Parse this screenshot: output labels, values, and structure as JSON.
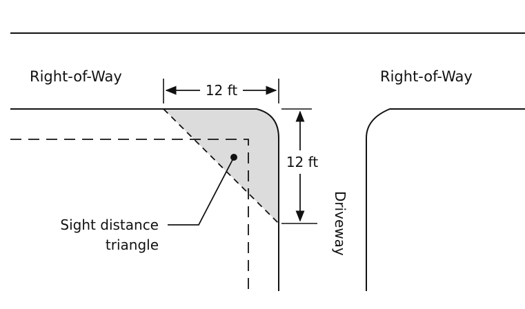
{
  "labels": {
    "row_left": "Right-of-Way",
    "row_right": "Right-of-Way",
    "dim_horizontal": "12 ft",
    "dim_vertical": "12 ft",
    "driveway": "Driveway",
    "sight_line1": "Sight distance",
    "sight_line2": "triangle"
  },
  "colors": {
    "line": "#111111",
    "triangle_fill": "#dcdcdc",
    "background": "#ffffff"
  }
}
